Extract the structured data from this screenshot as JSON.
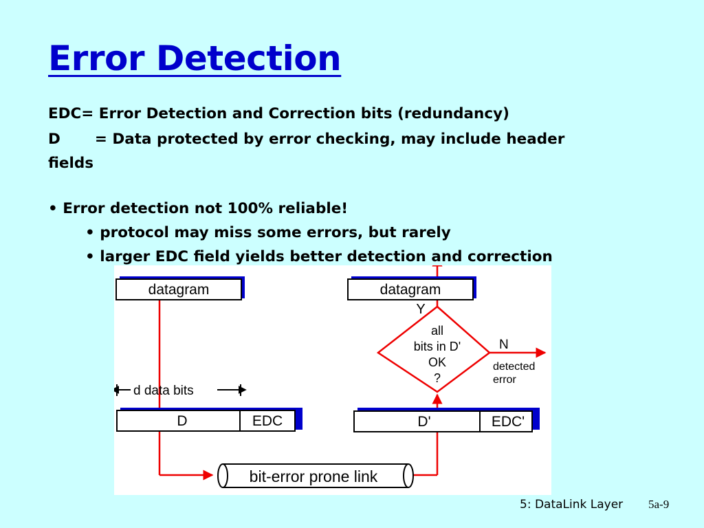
{
  "title": "Error Detection",
  "definitions": {
    "line1": "EDC= Error Detection and Correction bits (redundancy)",
    "line2_term": "D",
    "line2_def": "= Data protected by error checking, may include header",
    "line3": "fields"
  },
  "bullets": [
    "• Error detection not 100% reliable!",
    "• protocol may miss some errors, but rarely",
    "• larger EDC field yields better detection and correction"
  ],
  "diagram": {
    "sender_datagram": "datagram",
    "receiver_datagram": "datagram",
    "data_bits_label": "d data bits",
    "sender_D": "D",
    "sender_EDC": "EDC",
    "receiver_D": "D'",
    "receiver_EDC": "EDC'",
    "link_label": "bit-error prone link",
    "decision_lines": [
      "all",
      "bits in D'",
      "OK",
      "?"
    ],
    "yes_label": "Y",
    "no_label": "N",
    "detected_lines": [
      "detected",
      "error"
    ],
    "colors": {
      "arrow": "#ee0000",
      "shadow": "#0000cc",
      "background": "#ccffff",
      "title": "#0000cc"
    }
  },
  "footer": {
    "section": "5: DataLink Layer",
    "page": "5a-9"
  }
}
